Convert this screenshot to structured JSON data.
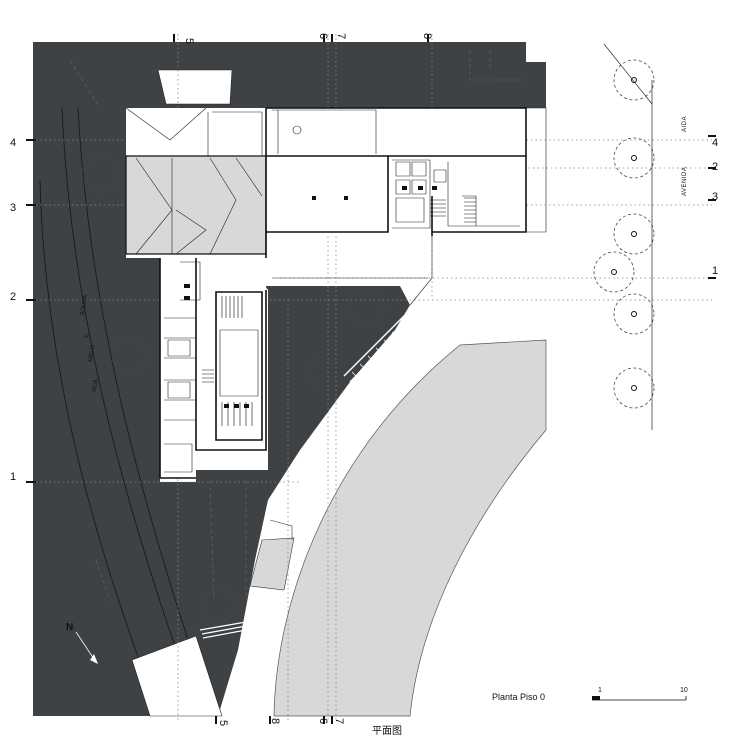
{
  "drawing": {
    "title": "Planta Piso 0",
    "caption": "平面图",
    "scale_bar": {
      "start_label": "1",
      "end_label": "10"
    }
  },
  "streets": {
    "left": [
      "RUA",
      "MELO",
      "E",
      "SOUSA"
    ],
    "right": [
      "AVENIDA",
      "AIDA"
    ]
  },
  "north_label": "N",
  "grid_labels": {
    "top": [
      "5",
      "6",
      "7",
      "8"
    ],
    "bottom": [
      "5",
      "8",
      "6",
      "7"
    ],
    "left": [
      "4",
      "3",
      "2",
      "1"
    ],
    "right": [
      "4",
      "2",
      "3",
      "1"
    ]
  },
  "colors": {
    "dark_ground": "#3f4244",
    "plaza": "#d6d8d9",
    "wall": "#111111",
    "background": "#ffffff"
  }
}
